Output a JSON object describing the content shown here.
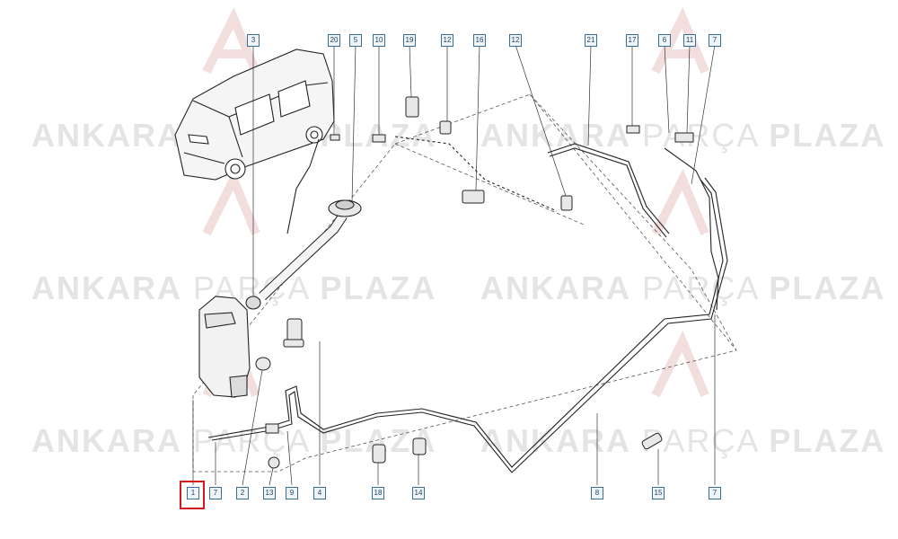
{
  "watermark": {
    "bold_a": "ANKARA",
    "thin": "PARÇA",
    "bold_b": "PLAZA"
  },
  "callouts": [
    "1",
    "7",
    "2",
    "13",
    "9",
    "4",
    "18",
    "14",
    "8",
    "15",
    "7",
    "3",
    "20",
    "5",
    "10",
    "19",
    "12",
    "16",
    "12",
    "21",
    "17",
    "6",
    "11",
    "7"
  ],
  "selected_callout": "1",
  "colors": {
    "line": "#2a2a2a",
    "callout_border": "#3a6f95",
    "callout_fill": "#eef4f8",
    "highlight": "#d81818",
    "watermark": "#e4e4e4"
  }
}
